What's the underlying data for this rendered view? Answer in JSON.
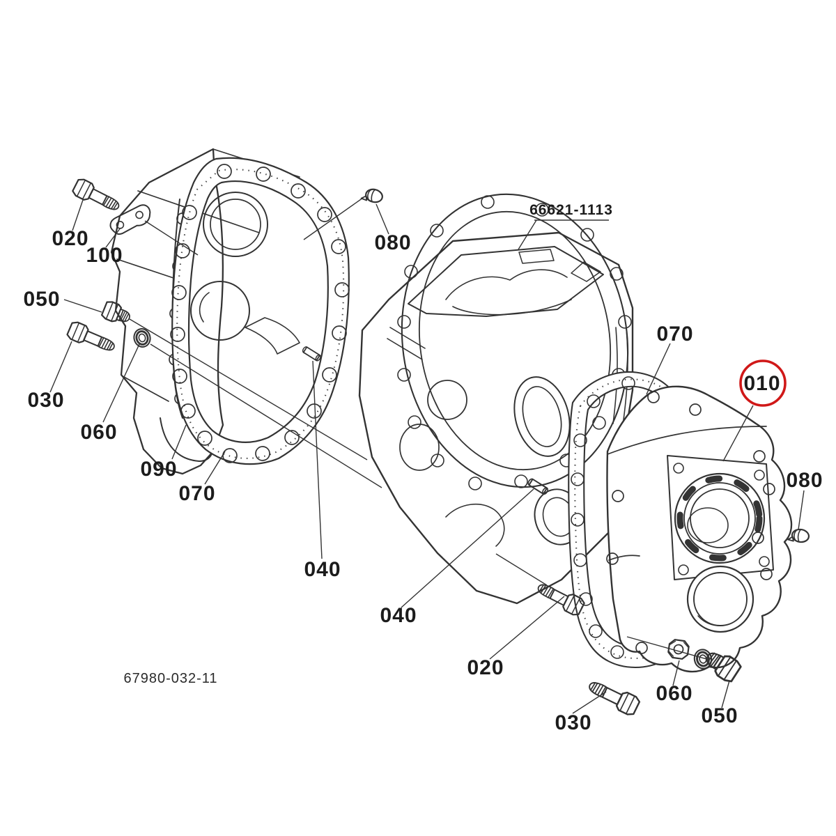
{
  "diagram": {
    "type": "exploded-parts-diagram",
    "background_color": "#ffffff",
    "line_color": "#333333",
    "highlight_color": "#d01818",
    "assembly_part_number": "66621-1113",
    "drawing_number": "67980-032-11",
    "highlighted_callout": "010",
    "callouts": [
      {
        "id": "callout-020-upper-left",
        "text": "020"
      },
      {
        "id": "callout-100",
        "text": "100"
      },
      {
        "id": "callout-080-top",
        "text": "080"
      },
      {
        "id": "callout-assembly-part-number",
        "text": "66621-1113"
      },
      {
        "id": "callout-050-left",
        "text": "050"
      },
      {
        "id": "callout-030-left",
        "text": "030"
      },
      {
        "id": "callout-060-left",
        "text": "060"
      },
      {
        "id": "callout-090",
        "text": "090"
      },
      {
        "id": "callout-070-left",
        "text": "070"
      },
      {
        "id": "callout-040-left",
        "text": "040"
      },
      {
        "id": "callout-040-center",
        "text": "040"
      },
      {
        "id": "callout-020-bottom",
        "text": "020"
      },
      {
        "id": "callout-030-bottom",
        "text": "030"
      },
      {
        "id": "callout-060-bottom",
        "text": "060"
      },
      {
        "id": "callout-050-bottom",
        "text": "050"
      },
      {
        "id": "callout-080-right",
        "text": "080"
      },
      {
        "id": "callout-070-right",
        "text": "070"
      },
      {
        "id": "callout-010-highlighted",
        "text": "010"
      },
      {
        "id": "drawing-number",
        "text": "67980-032-11"
      }
    ]
  }
}
